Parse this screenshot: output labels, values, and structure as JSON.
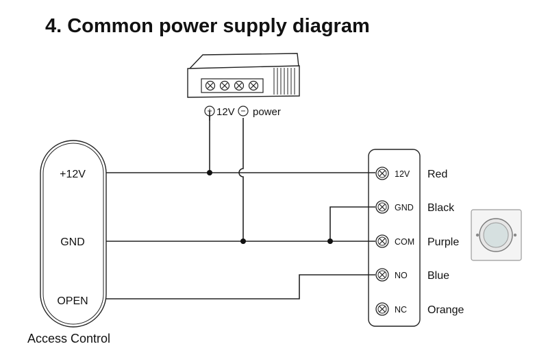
{
  "title": "4. Common power supply diagram",
  "power_supply": {
    "plus_symbol": "+",
    "voltage": "12V",
    "minus_symbol": "−",
    "label": "power"
  },
  "access_control": {
    "name": "Access Control",
    "terminals": [
      "+12V",
      "GND",
      "OPEN"
    ]
  },
  "exit_button": {
    "terminals": [
      {
        "code": "12V",
        "color": "Red"
      },
      {
        "code": "GND",
        "color": "Black"
      },
      {
        "code": "COM",
        "color": "Purple"
      },
      {
        "code": "NO",
        "color": "Blue"
      },
      {
        "code": "NC",
        "color": "Orange"
      }
    ]
  }
}
